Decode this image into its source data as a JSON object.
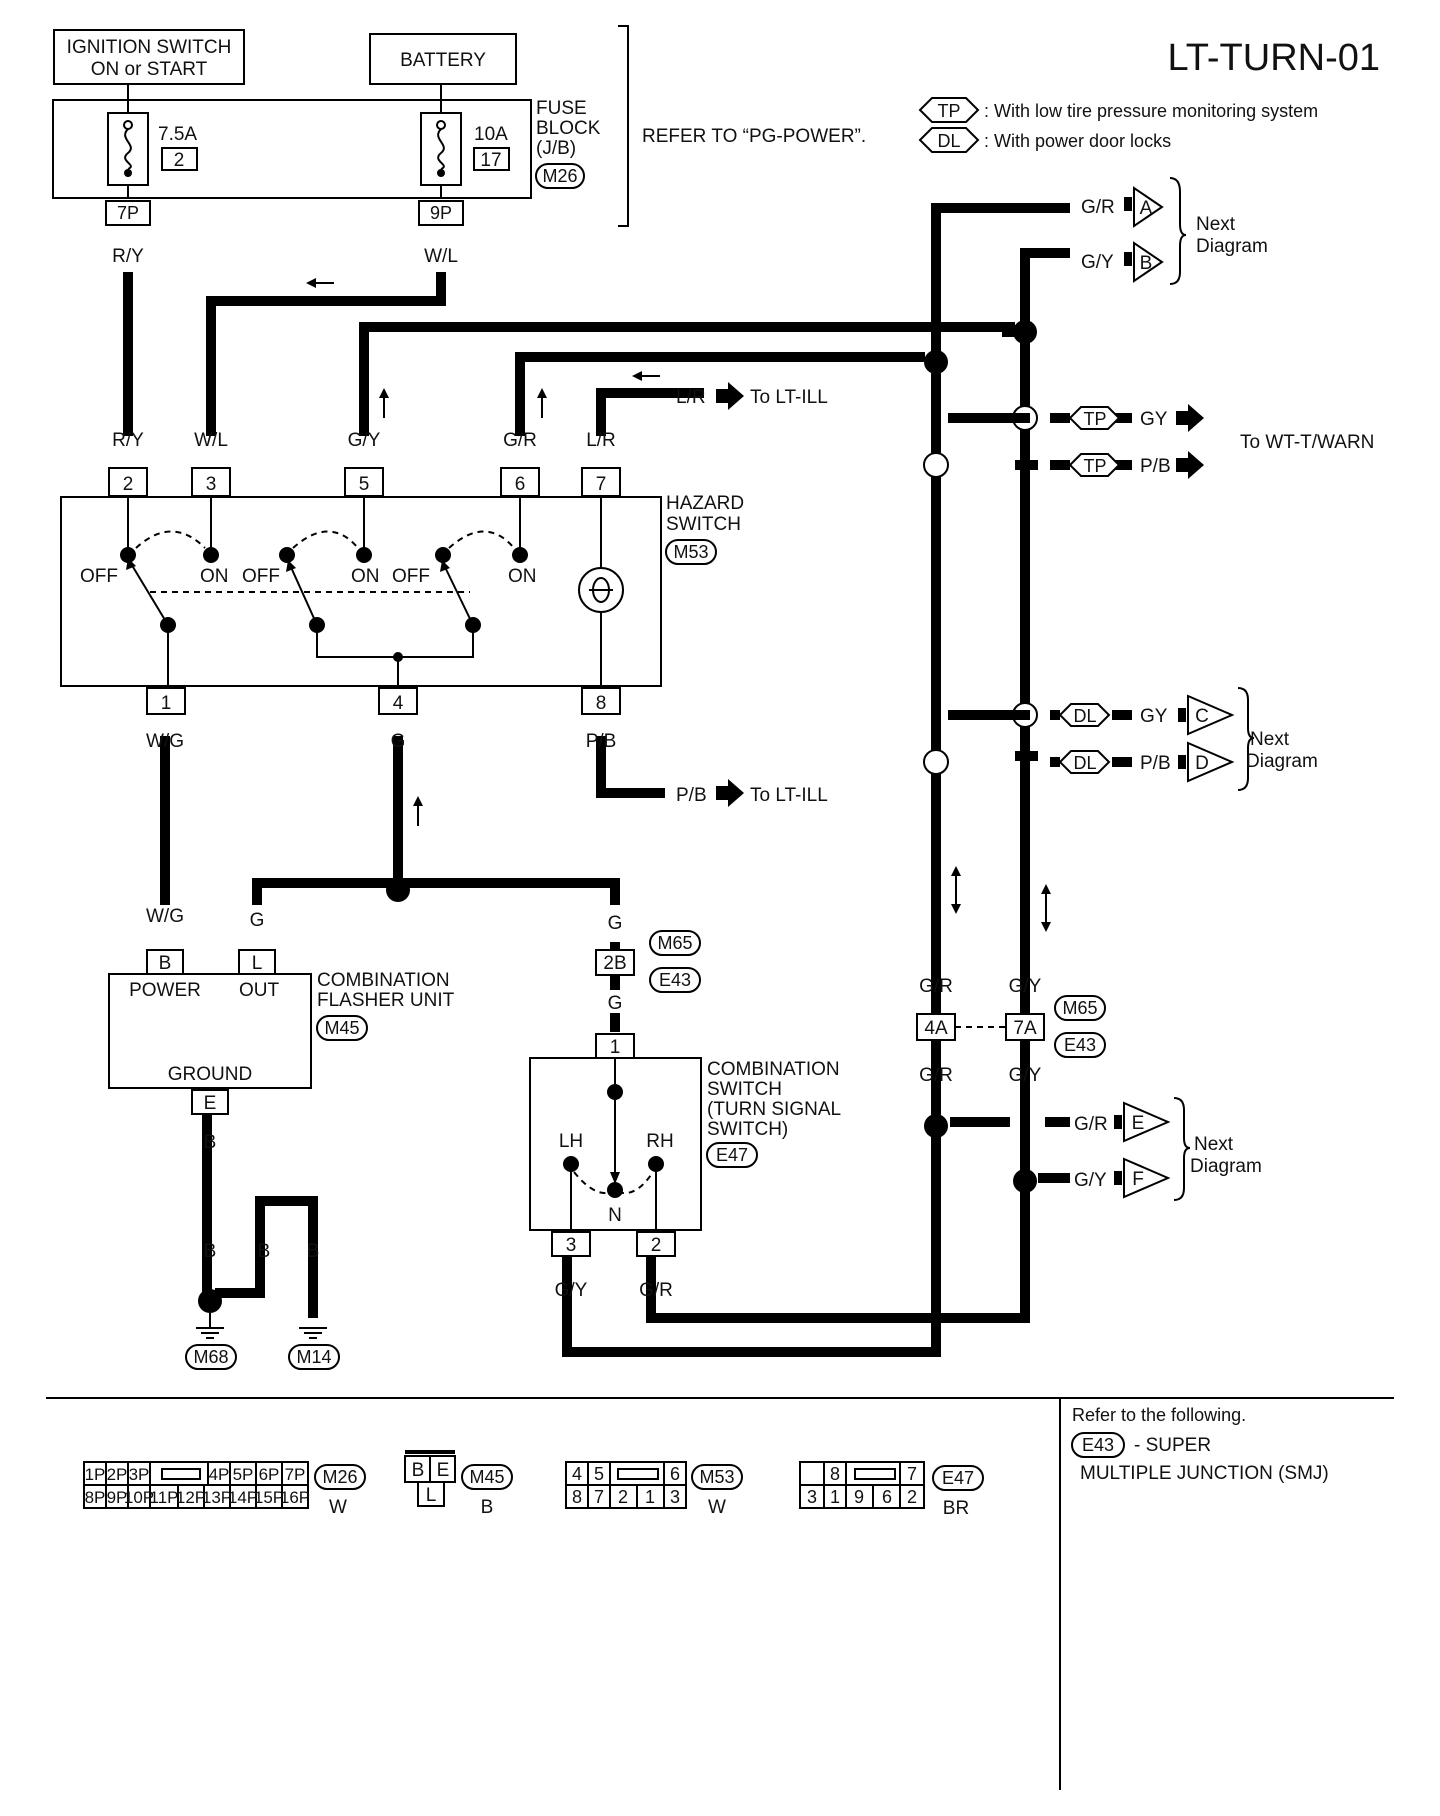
{
  "page_id": "LT-TURN-01",
  "legend": {
    "tp_tag": "TP",
    "tp_text": ": With low tire pressure monitoring system",
    "dl_tag": "DL",
    "dl_text": ": With power door locks"
  },
  "sources": {
    "ignition": [
      "IGNITION SWITCH",
      "ON or START"
    ],
    "battery": "BATTERY"
  },
  "fuse_block": {
    "label": [
      "FUSE",
      "BLOCK",
      "(J/B)"
    ],
    "connector": "M26",
    "refer": "REFER TO “PG-POWER”.",
    "fuse1": {
      "amps": "7.5A",
      "no": "2",
      "terminal": "7P",
      "wire": "R/Y"
    },
    "fuse2": {
      "amps": "10A",
      "no": "17",
      "terminal": "9P",
      "wire": "W/L"
    }
  },
  "hazard_switch": {
    "label": [
      "HAZARD",
      "SWITCH"
    ],
    "connector": "M53",
    "top_terminals": [
      {
        "no": "2",
        "wire": "R/Y"
      },
      {
        "no": "3",
        "wire": "W/L"
      },
      {
        "no": "5",
        "wire": "G/Y"
      },
      {
        "no": "6",
        "wire": "G/R"
      },
      {
        "no": "7",
        "wire": "L/R"
      }
    ],
    "positions": [
      "OFF",
      "ON",
      "OFF",
      "ON",
      "OFF",
      "ON"
    ],
    "bottom_terminals": [
      {
        "no": "1",
        "wire": "W/G"
      },
      {
        "no": "4",
        "wire": "G"
      },
      {
        "no": "8",
        "wire": "P/B"
      }
    ]
  },
  "lt_ill": {
    "lr_wire": "L/R",
    "pb_wire": "P/B",
    "to": "To LT-ILL"
  },
  "flasher": {
    "label": [
      "COMBINATION",
      "FLASHER UNIT"
    ],
    "connector": "M45",
    "power": "POWER",
    "out": "OUT",
    "ground": "GROUND",
    "t_power": "B",
    "t_out": "L",
    "t_ground": "E",
    "wire_power": "W/G",
    "wire_out": "G",
    "wire_ground": "B"
  },
  "ground": {
    "wire": "B",
    "g1": "M68",
    "g2": "M14"
  },
  "smj": {
    "wire": "G",
    "terminal": "2B",
    "c1": "M65",
    "c2": "E43"
  },
  "turn_switch": {
    "label": [
      "COMBINATION",
      "SWITCH",
      "(TURN SIGNAL",
      "SWITCH)"
    ],
    "connector": "E47",
    "lh": "LH",
    "rh": "RH",
    "n": "N",
    "t_top": "1",
    "t_lh": "3",
    "t_rh": "2",
    "wire_lh": "G/Y",
    "wire_rh": "G/R"
  },
  "right_side": {
    "next_diagram": [
      "Next",
      "Diagram"
    ],
    "a": {
      "wire": "G/R",
      "tag": "A"
    },
    "b": {
      "wire": "G/Y",
      "tag": "B"
    },
    "c": {
      "wire": "GY",
      "tag": "C"
    },
    "d": {
      "wire": "P/B",
      "tag": "D"
    },
    "e": {
      "wire": "G/R",
      "tag": "E"
    },
    "f": {
      "wire": "G/Y",
      "tag": "F"
    },
    "tp_gy": "GY",
    "tp_pb": "P/B",
    "to_wt": "To WT-T/WARN",
    "j_4a": "4A",
    "j_7a": "7A",
    "j_gr": "G/R",
    "j_gy": "G/Y",
    "j_c1": "M65",
    "j_c2": "E43"
  },
  "connectors": {
    "m26": {
      "id": "M26",
      "color": "W",
      "row1": [
        "1P",
        "2P",
        "3P",
        "",
        "4P",
        "5P",
        "6P",
        "7P"
      ],
      "row2": [
        "8P",
        "9P",
        "10P",
        "11P",
        "12P",
        "13P",
        "14P",
        "15P",
        "16P"
      ]
    },
    "m45": {
      "id": "M45",
      "color": "B",
      "row1": [
        "B",
        "E"
      ],
      "row2": [
        "L"
      ]
    },
    "m53": {
      "id": "M53",
      "color": "W",
      "row1": [
        "4",
        "5",
        "",
        "6"
      ],
      "row2": [
        "8",
        "7",
        "2",
        "1",
        "3"
      ]
    },
    "e47": {
      "id": "E47",
      "color": "BR",
      "row1": [
        "",
        "8",
        "",
        "7"
      ],
      "row2": [
        "3",
        "1",
        "9",
        "6",
        "2"
      ]
    }
  },
  "refer_box": {
    "title": "Refer to the following.",
    "tag": "E43",
    "text1": "- SUPER",
    "text2": "MULTIPLE JUNCTION (SMJ)"
  }
}
